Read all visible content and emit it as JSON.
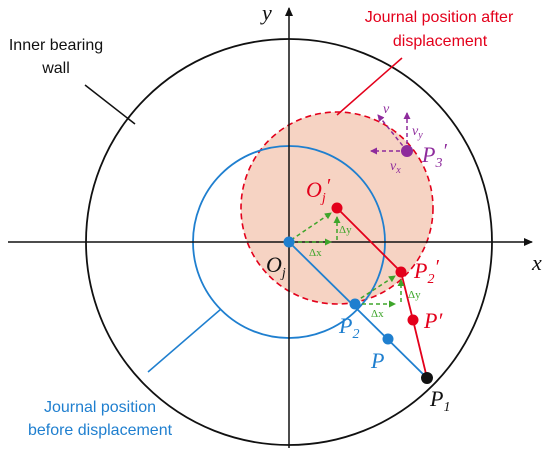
{
  "callouts": {
    "inner_wall_line1": "Inner bearing",
    "inner_wall_line2": "wall",
    "after_line1": "Journal position after",
    "after_line2": "displacement",
    "before_line1": "Journal position",
    "before_line2": "before displacement"
  },
  "axes": {
    "x": "x",
    "y": "y"
  },
  "points": {
    "Oj": "O",
    "Oj_sub": "j",
    "Ojp": "O",
    "Ojp_sub": "j",
    "Ojp_prime": "′",
    "P": "P",
    "Pp": "P′",
    "P1": "P",
    "P1_sub": "1",
    "P2": "P",
    "P2_sub": "2",
    "P2p": "P",
    "P2p_sub": "2",
    "P2p_prime": "′",
    "P3p": "P",
    "P3p_sub": "3",
    "P3p_prime": "′"
  },
  "deltas": {
    "dx": "Δx",
    "dy": "Δy"
  },
  "velocity": {
    "v": "v",
    "vx": "v",
    "vx_sub": "x",
    "vy": "v",
    "vy_sub": "y"
  },
  "colors": {
    "blue": "#1f7fcf",
    "red": "#e3001b",
    "purple": "#8e2b9c",
    "green": "#3ea52b",
    "fill_after": "#f6d3c3",
    "black": "#111111"
  }
}
